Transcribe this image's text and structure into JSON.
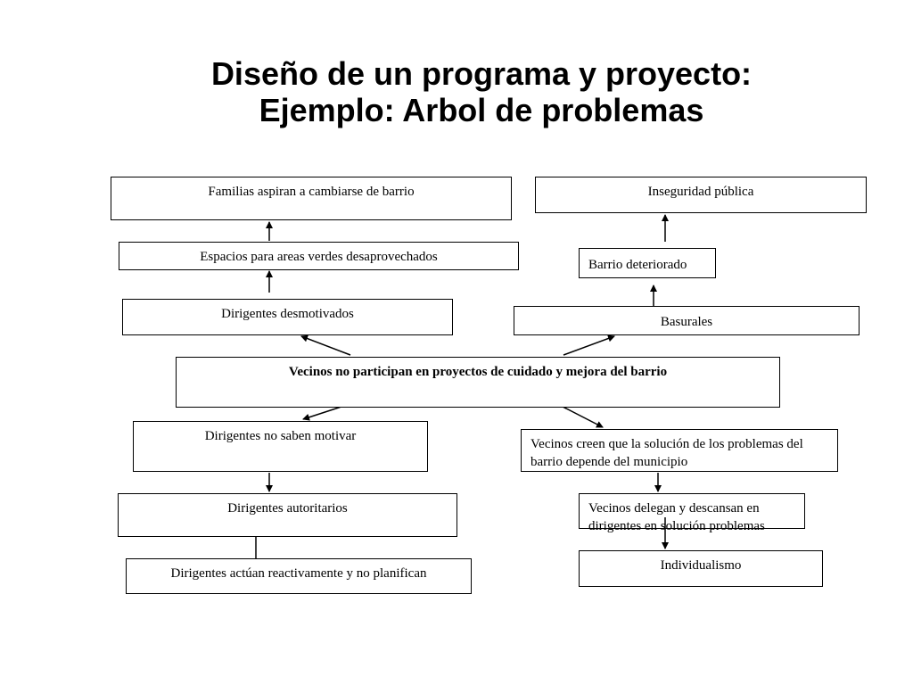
{
  "title": {
    "line1": "Diseño de un programa y proyecto:",
    "line2": "Ejemplo: Arbol de problemas"
  },
  "nodes": {
    "familias": "Familias  aspiran a cambiarse de barrio",
    "espacios": "Espacios para  areas verdes desaprovechados",
    "dirigentes_desmotivados": "Dirigentes desmotivados",
    "inseguridad": "Inseguridad pública",
    "barrio_deteriorado": "Barrio deteriorado",
    "basurales": "Basurales",
    "problema_central": "Vecinos no participan en proyectos de cuidado y mejora del barrio",
    "no_saben_motivar": "Dirigentes no saben motivar",
    "autoritarios": "Dirigentes  autoritarios",
    "reactivamente": "Dirigentes actúan reactivamente y no planifican",
    "vecinos_creen": "Vecinos creen que la solución de los problemas del barrio depende del municipio",
    "vecinos_delegan": "Vecinos delegan y descansan en dirigentes en solución problemas",
    "individualismo": "Individualismo"
  },
  "colors": {
    "line": "#000000",
    "background": "#ffffff"
  }
}
